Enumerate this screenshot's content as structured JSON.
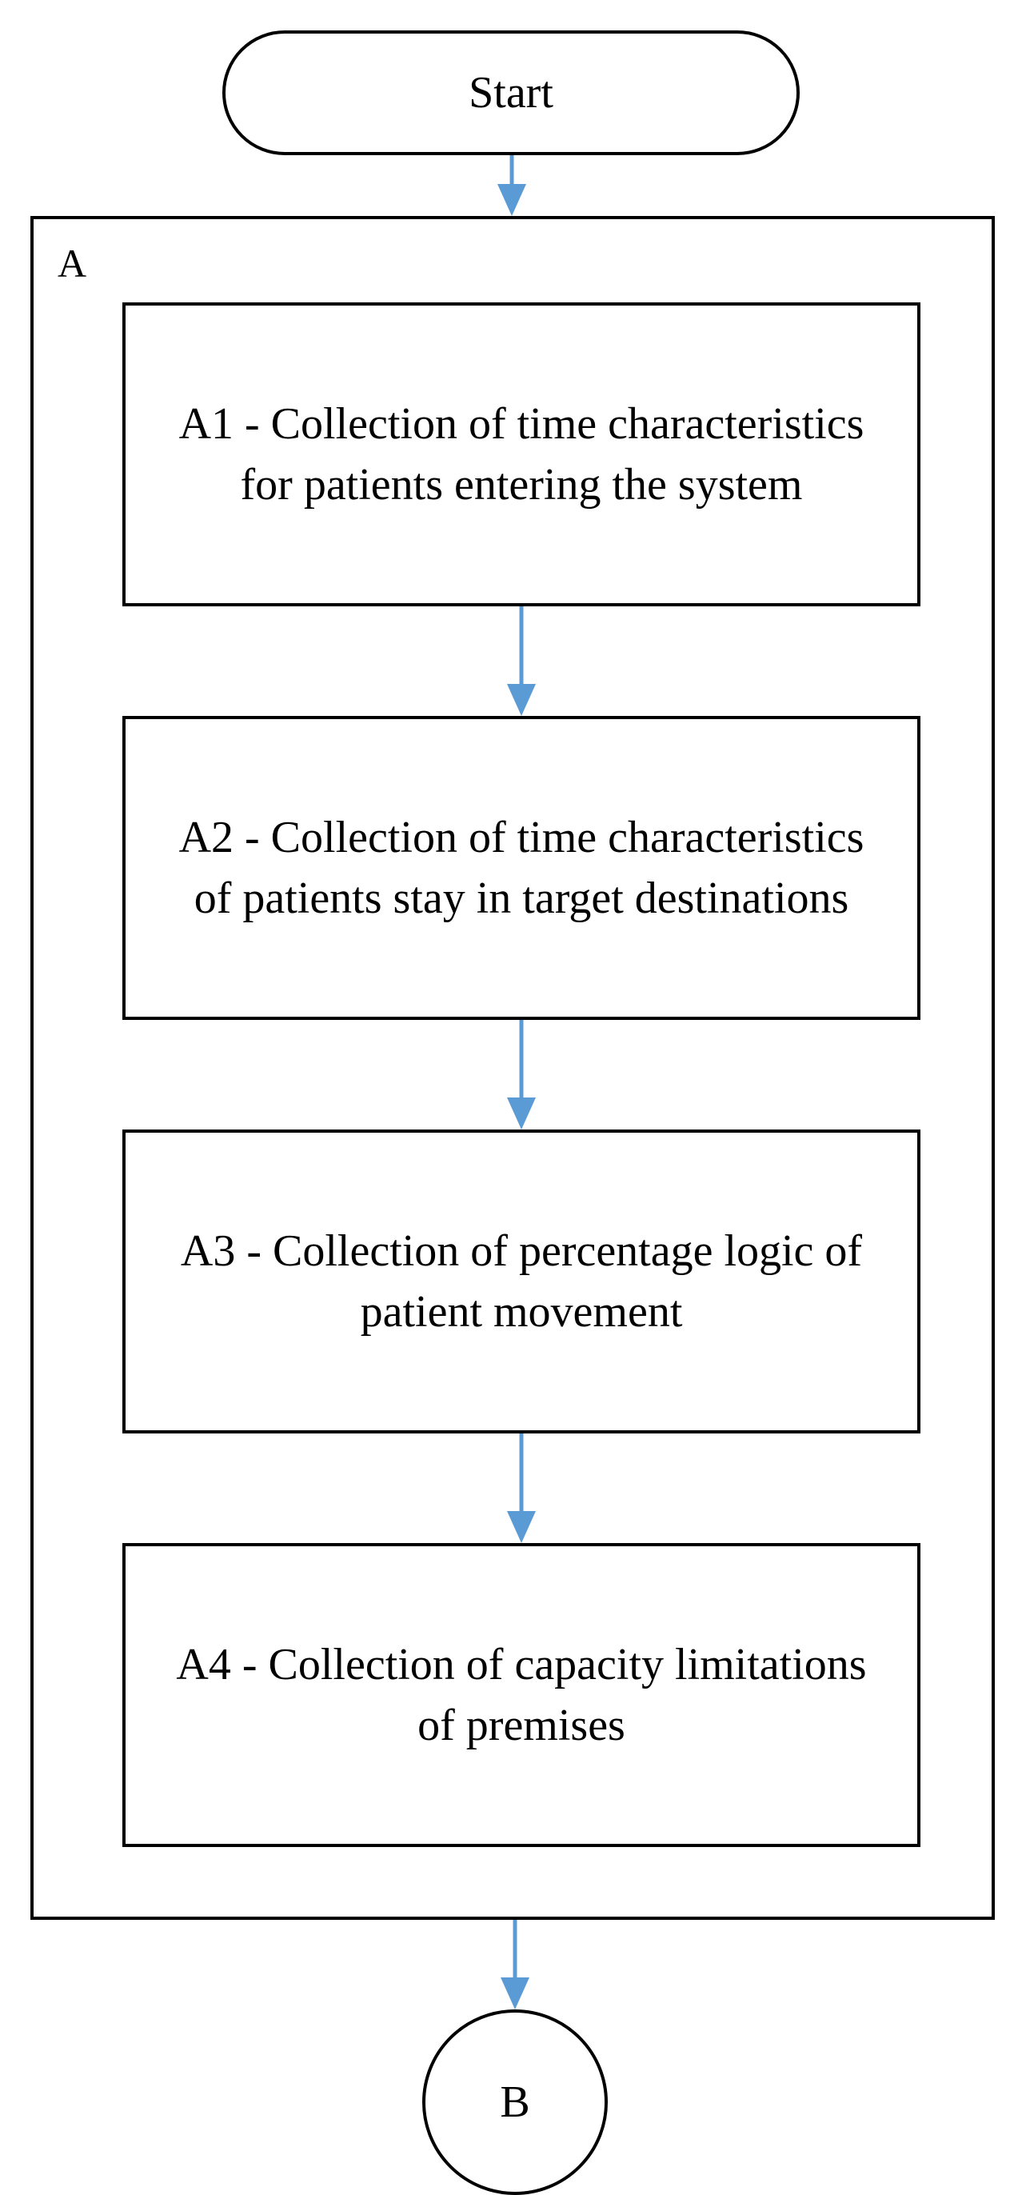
{
  "flowchart": {
    "start_label": "Start",
    "group_label": "A",
    "steps": [
      {
        "label": "A1 - Collection of time characteristics for patients entering the system"
      },
      {
        "label": "A2 - Collection of time characteristics of patients stay in target destinations"
      },
      {
        "label": "A3 - Collection of percentage logic of patient movement"
      },
      {
        "label": "A4 - Collection of capacity limitations of premises"
      }
    ],
    "end_connector_label": "B"
  },
  "colors": {
    "arrow": "#5b9bd5",
    "outline": "#000000",
    "background": "#ffffff",
    "text": "#000000"
  }
}
